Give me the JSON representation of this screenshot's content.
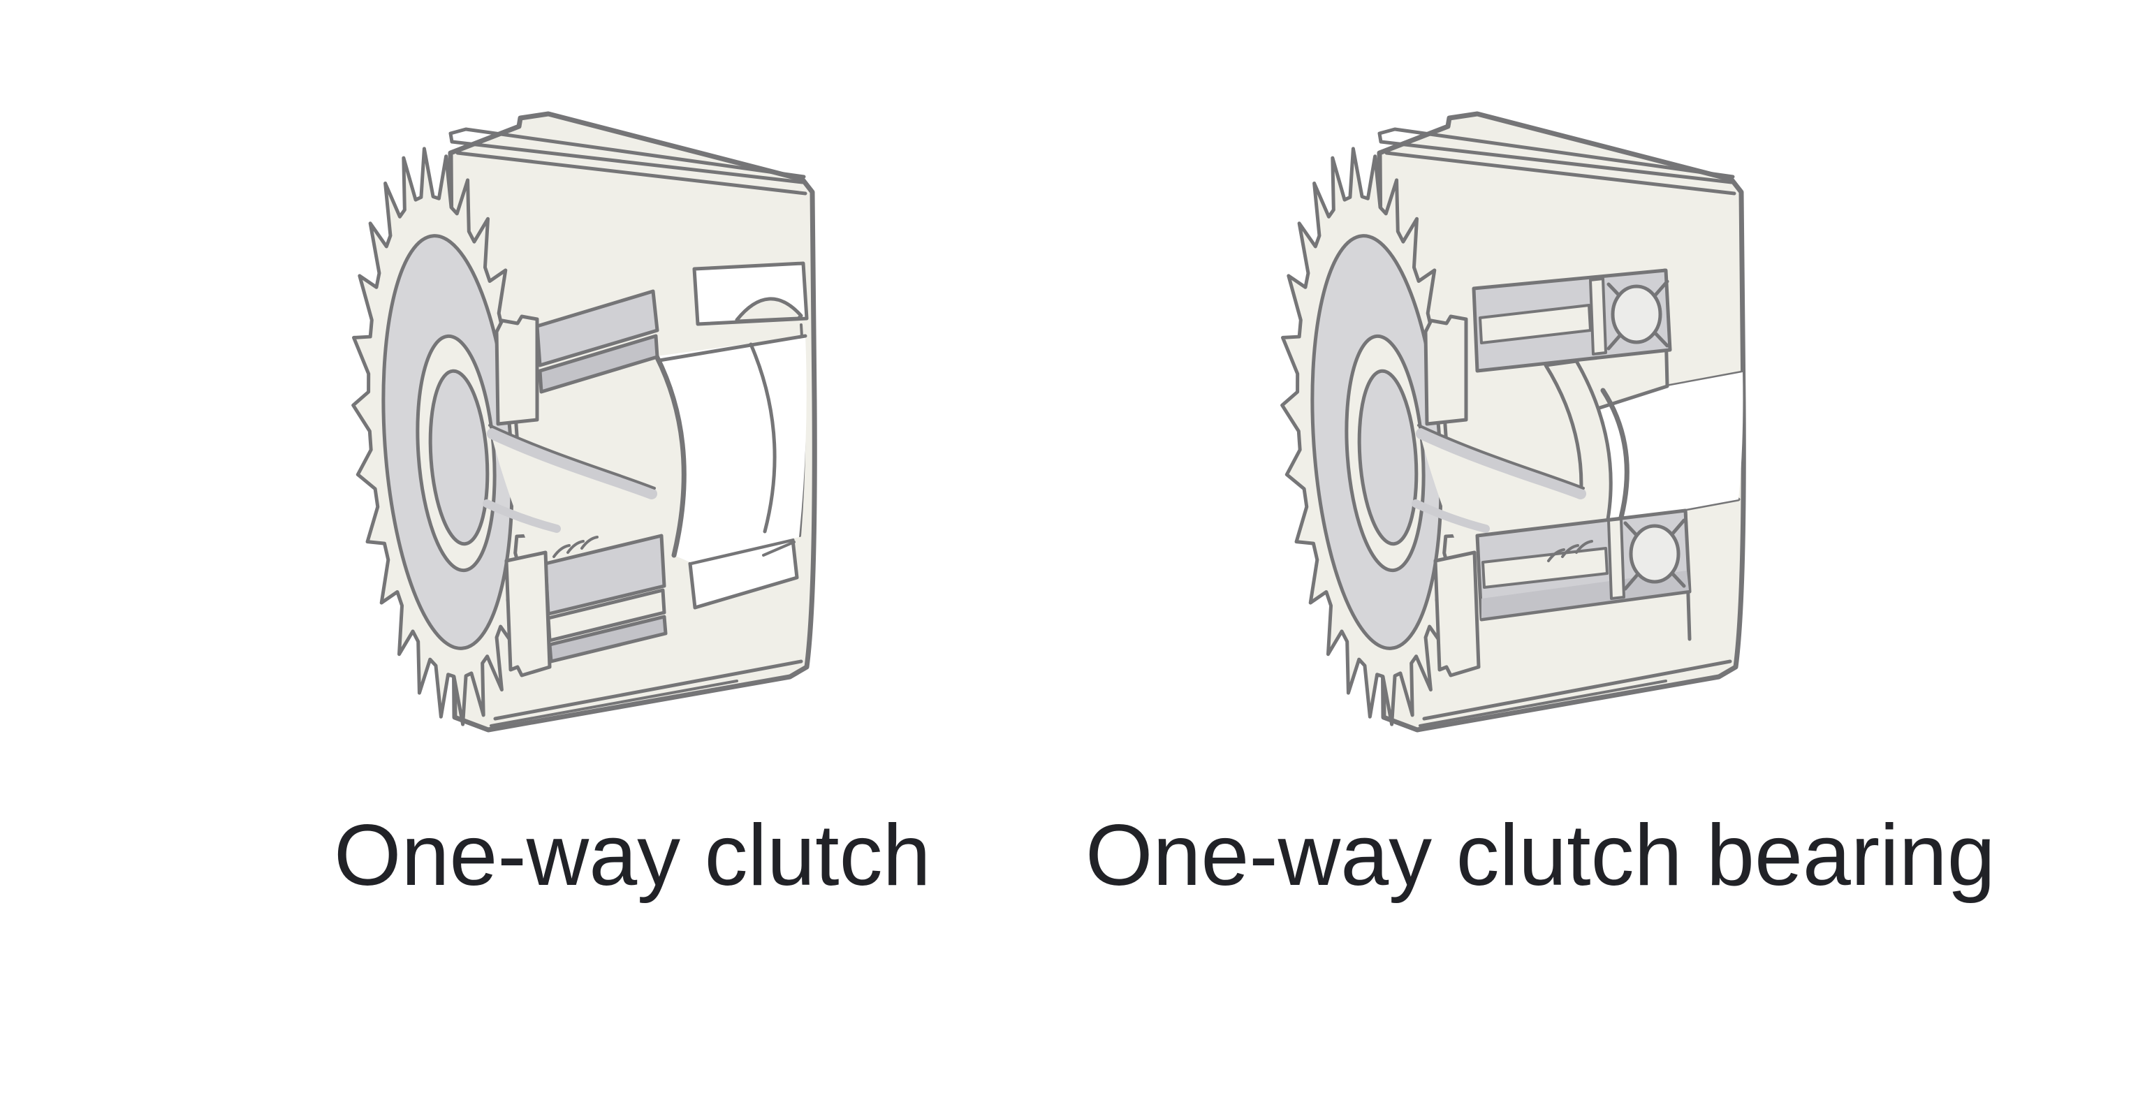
{
  "page": {
    "background_color": "#ffffff"
  },
  "colors": {
    "outline": "#757577",
    "body": "#f0efe8",
    "recess": "#d6d6d9",
    "block": "#d0d0d4",
    "blockdark": "#c3c3c8",
    "graystrip": "#cdcdd1",
    "ball": "#ececea",
    "paper": "#ffffff",
    "text": "#212227"
  },
  "figures": [
    {
      "id": "one-way-clutch",
      "label": "One-way clutch"
    },
    {
      "id": "one-way-clutch-bearing",
      "label": "One-way clutch bearing"
    }
  ]
}
